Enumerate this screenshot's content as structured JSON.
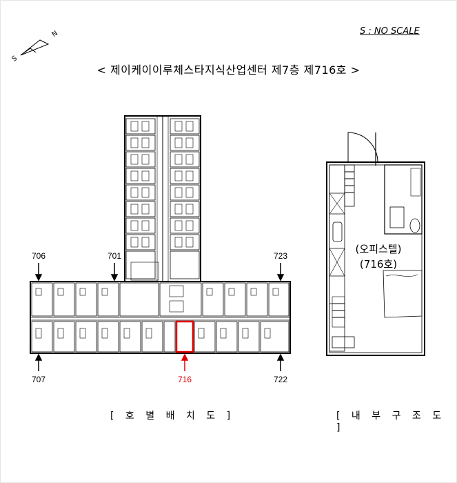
{
  "compass": {
    "north_label": "N",
    "south_label": "S"
  },
  "scale_text": "S : NO SCALE",
  "title": "< 제이케이이루체스타지식산업센터 제7층 제716호 >",
  "unit_labels": {
    "u706": "706",
    "u701": "701",
    "u723": "723",
    "u707": "707",
    "u716": "716",
    "u722": "722"
  },
  "room": {
    "type": "(오피스텔)",
    "number": "(716호)"
  },
  "captions": {
    "layout": "[ 호 별 배 치 도 ]",
    "interior": "[ 내 부 구 조 도 ]"
  },
  "colors": {
    "highlight": "#e00000",
    "line": "#000000"
  }
}
